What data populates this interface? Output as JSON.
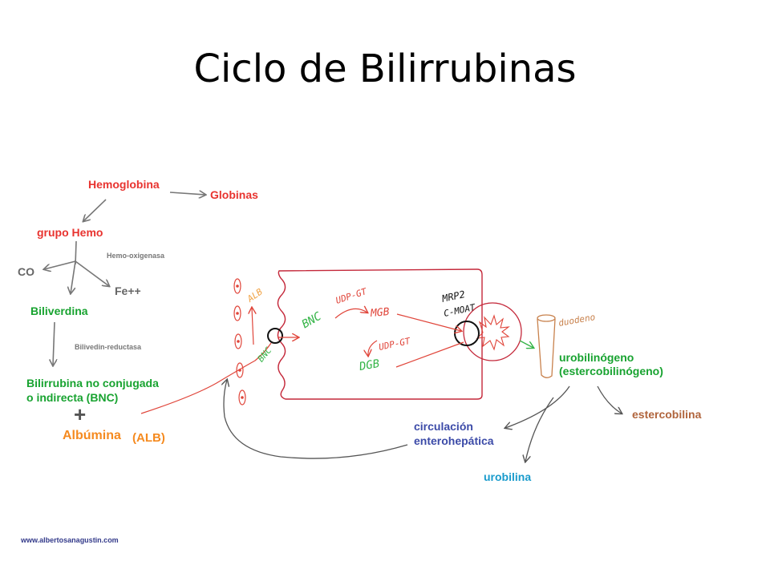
{
  "title": "Ciclo de Bilirrubinas",
  "colors": {
    "red": "#e8332f",
    "green": "#18a330",
    "orange": "#f58a1f",
    "blue": "#3c4ba8",
    "cyan": "#199bcc",
    "brown": "#b0643c",
    "grey": "#666666"
  },
  "labels": {
    "hemoglobina": "Hemoglobina",
    "globinas": "Globinas",
    "grupo_hemo": "grupo Hemo",
    "hemo_oxigenasa": "Hemo-oxigenasa",
    "co": "CO",
    "fe": "Fe++",
    "biliverdina": "Biliverdina",
    "bilivedin_reductasa": "Bilivedin-reductasa",
    "bnc_line1": "Bilirrubina no conjugada",
    "bnc_line2": "o indirecta (BNC)",
    "plus": "+",
    "albumina": "Albúmina",
    "alb": "(ALB)",
    "urobilinogeno": "urobilinógeno",
    "estercobilinogeno": "(estercobilinógeno)",
    "estercobilina": "estercobilina",
    "circulacion": "circulación",
    "enterohepatica": "enterohepática",
    "urobilina": "urobilina"
  },
  "handwritten": {
    "alb": "ALB",
    "bnc_green": "BNC",
    "bnc_cell": "BNC",
    "udp_gt_1": "UDP-GT",
    "mgb": "MGB",
    "udp_gt_2": "UDP-GT",
    "dgb": "DGB",
    "mrp2": "MRP2",
    "cmoat": "C-MOAT",
    "duodeno": "duodeno"
  },
  "footer": {
    "url": "www.albertosanagustin.com"
  }
}
